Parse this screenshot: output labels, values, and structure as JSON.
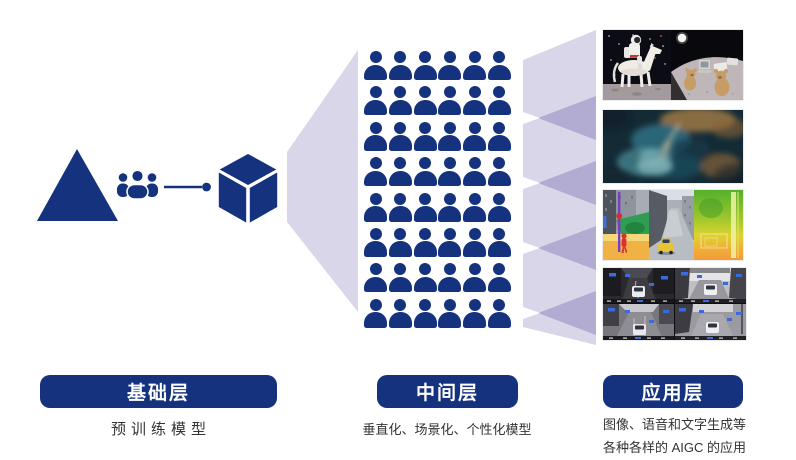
{
  "colors": {
    "navy": "#14327E",
    "lavender": "#D9D6EA",
    "purple": "#B2ABD2",
    "text": "#333333",
    "background": "#FFFFFF"
  },
  "layers": {
    "foundation": {
      "label": "基础层",
      "description": "预训练模型"
    },
    "middle": {
      "label": "中间层",
      "description": "垂直化、场景化、个性化模型"
    },
    "application": {
      "label": "应用层",
      "description_lines": [
        "图像、语音和文字生成等",
        "各种各样的 AIGC 的应用"
      ]
    }
  },
  "diagram": {
    "left_icons": [
      "pyramid-icon",
      "user-group-icon",
      "connector-arrow",
      "cube-icon"
    ],
    "funnel": "funnel-shape",
    "chevron_strip": "chevron-strip",
    "crowd": {
      "rows": 8,
      "cols": 6
    },
    "application_images": [
      {
        "name": "astronaut-riding-horse-and-teddy-bears-on-moon-image"
      },
      {
        "name": "underwater-dancer-artwork-image"
      },
      {
        "name": "street-scene-segmentation-and-depth-image"
      },
      {
        "name": "autonomous-driving-camera-views-image"
      }
    ]
  }
}
